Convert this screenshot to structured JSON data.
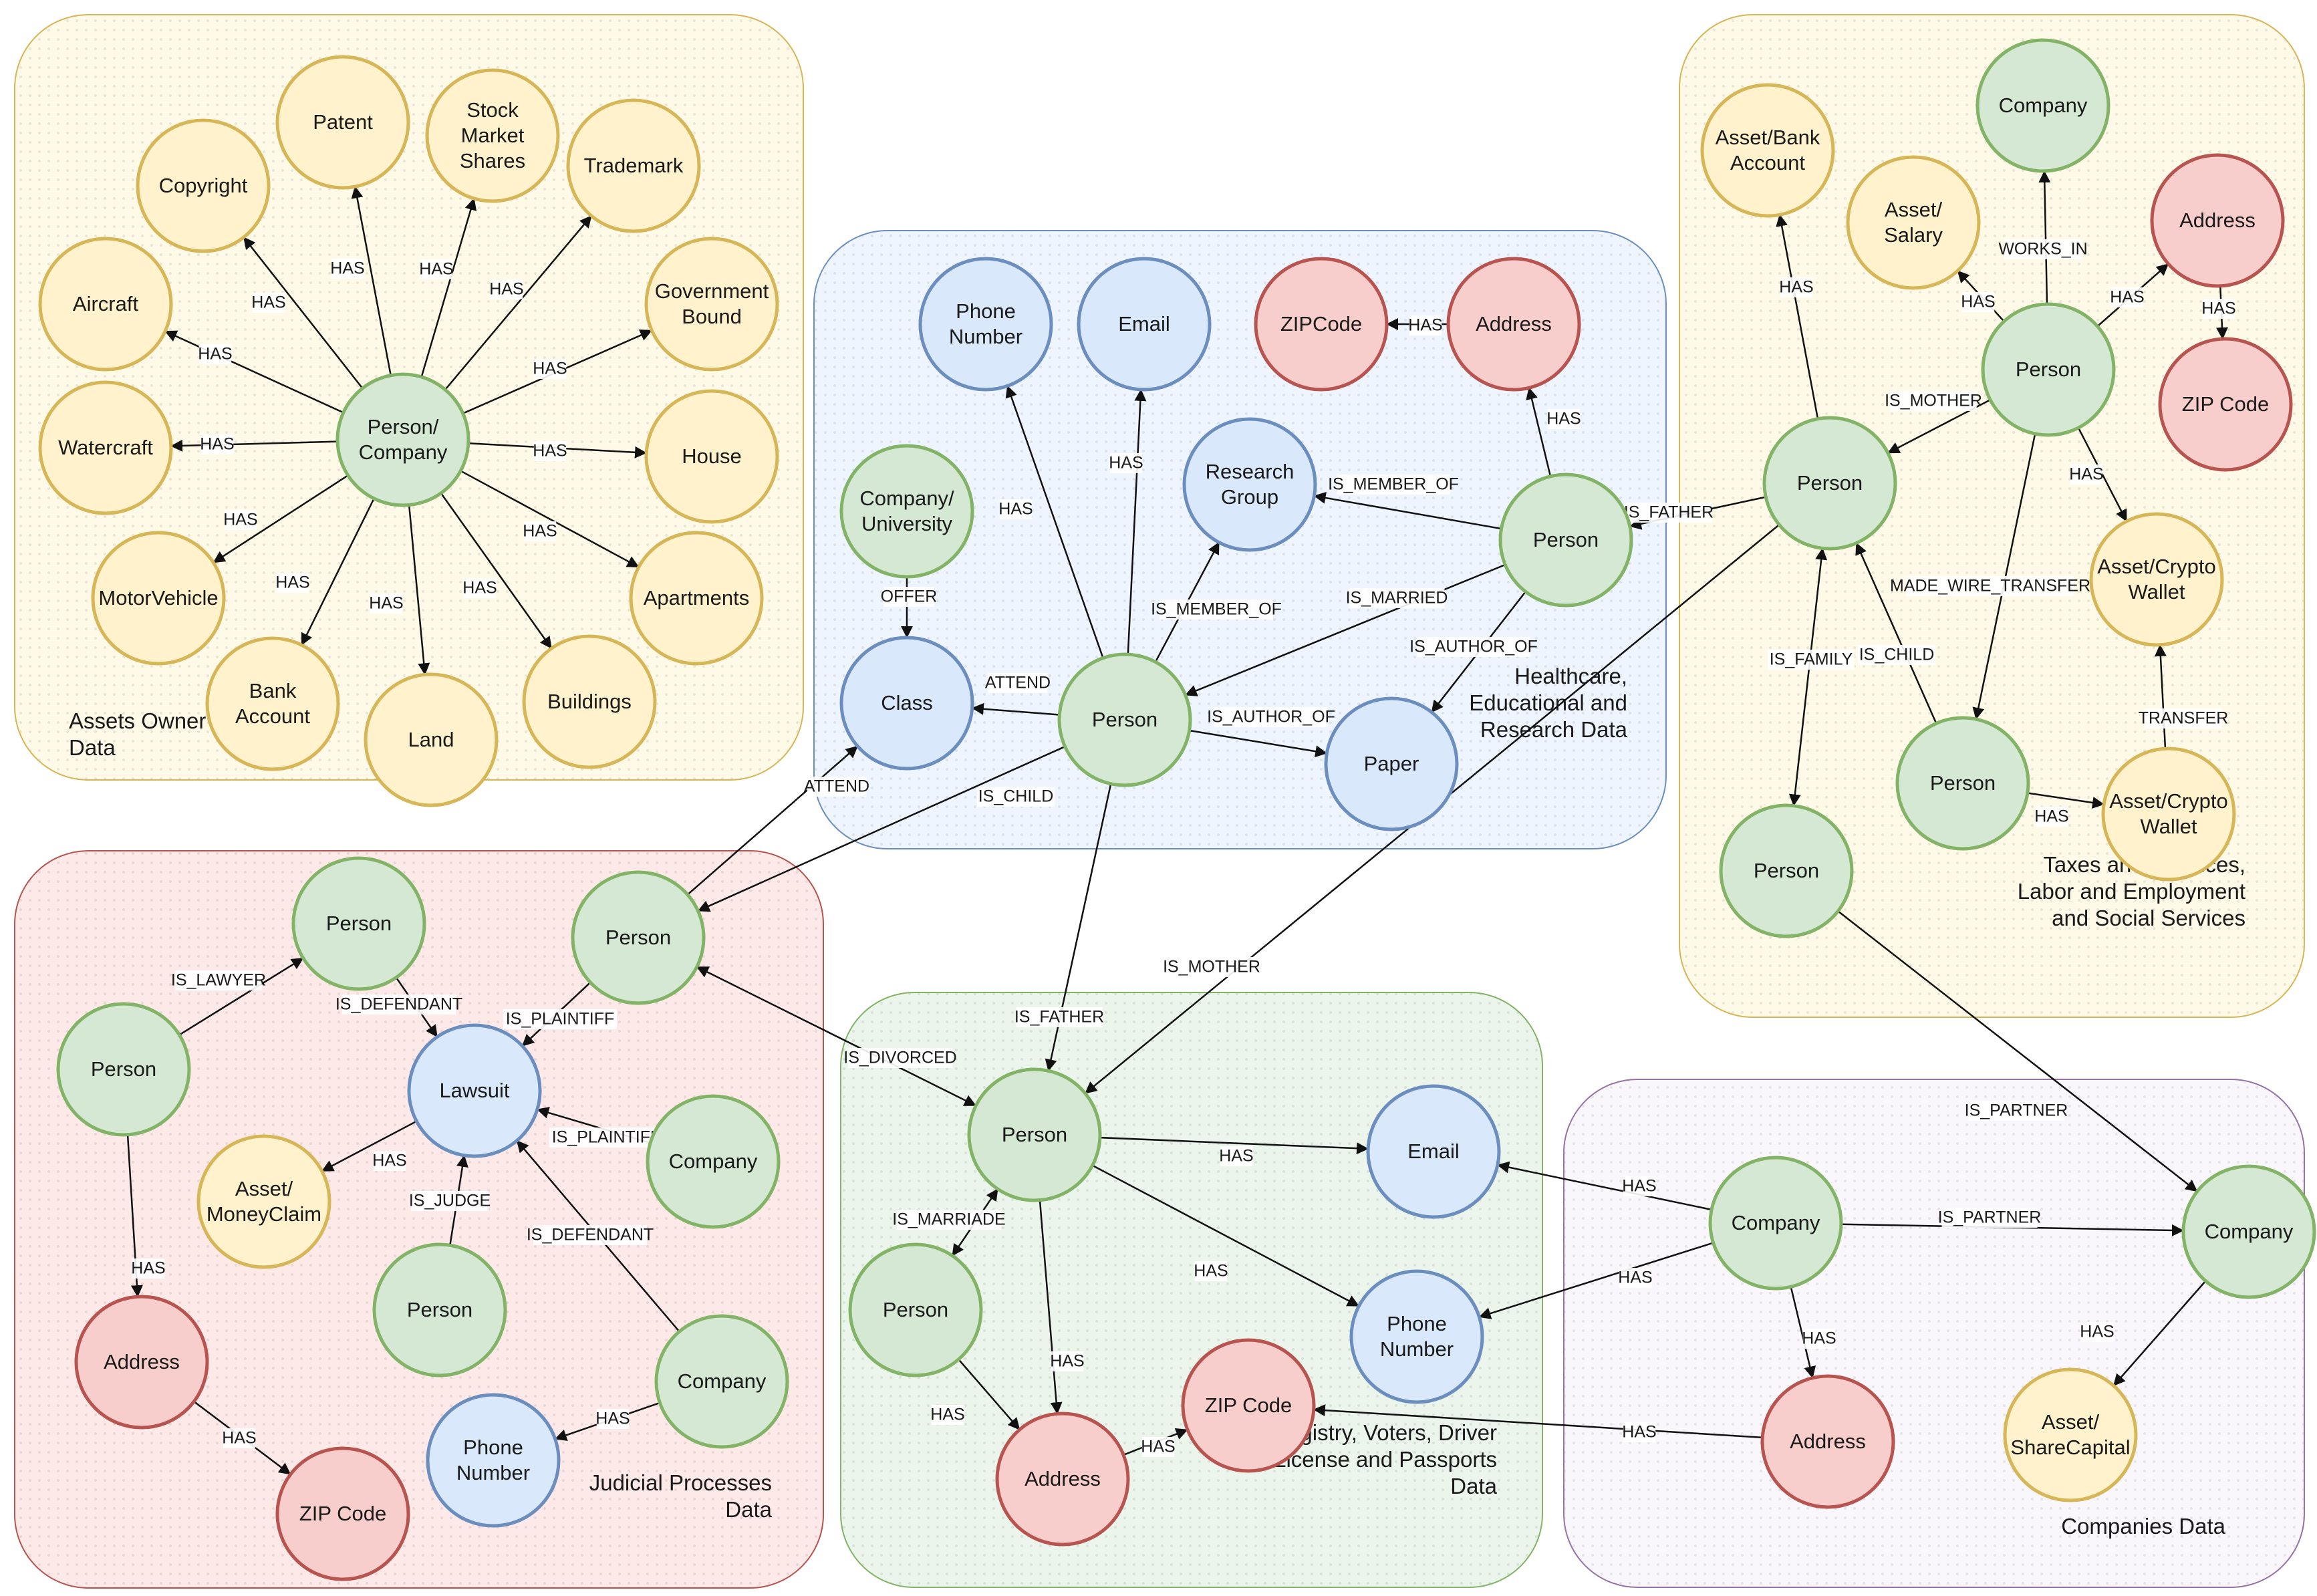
{
  "colors": {
    "yellow": {
      "fill": "#fff2cc",
      "stroke": "#d6b656"
    },
    "green": {
      "fill": "#d5e8d4",
      "stroke": "#82b366"
    },
    "blue": {
      "fill": "#dae8fc",
      "stroke": "#6c8ebf"
    },
    "red": {
      "fill": "#f8cecc",
      "stroke": "#b85450"
    },
    "purple_region": {
      "fill": "#f3eef8",
      "stroke": "#9673a6"
    },
    "edge": "#111111"
  },
  "groups": [
    {
      "id": "g-assets",
      "name": "Assets Owner\nData",
      "color": "yellow"
    },
    {
      "id": "g-health",
      "name": "Healthcare,\nEducational and\nResearch Data",
      "color": "blue"
    },
    {
      "id": "g-taxes",
      "name": "Taxes and Finances,\nLabor and Employment\nand Social Services",
      "color": "yellow"
    },
    {
      "id": "g-judicial",
      "name": "Judicial Processes\nData",
      "color": "red"
    },
    {
      "id": "g-civil",
      "name": "Civil Registry, Voters, Driver\nLicense and Passports\nData",
      "color": "green"
    },
    {
      "id": "g-companies",
      "name": "Companies Data",
      "color": "purple_region"
    }
  ],
  "nodes": [
    {
      "id": "a-center",
      "label": "Person/\nCompany",
      "color": "green"
    },
    {
      "id": "a-patent",
      "label": "Patent",
      "color": "yellow"
    },
    {
      "id": "a-stock",
      "label": "Stock\nMarket\nShares",
      "color": "yellow"
    },
    {
      "id": "a-trademark",
      "label": "Trademark",
      "color": "yellow"
    },
    {
      "id": "a-copyright",
      "label": "Copyright",
      "color": "yellow"
    },
    {
      "id": "a-gov",
      "label": "Government\nBound",
      "color": "yellow"
    },
    {
      "id": "a-aircraft",
      "label": "Aircraft",
      "color": "yellow"
    },
    {
      "id": "a-watercraft",
      "label": "Watercraft",
      "color": "yellow"
    },
    {
      "id": "a-house",
      "label": "House",
      "color": "yellow"
    },
    {
      "id": "a-motor",
      "label": "MotorVehicle",
      "color": "yellow"
    },
    {
      "id": "a-apartments",
      "label": "Apartments",
      "color": "yellow"
    },
    {
      "id": "a-bank",
      "label": "Bank\nAccount",
      "color": "yellow"
    },
    {
      "id": "a-land",
      "label": "Land",
      "color": "yellow"
    },
    {
      "id": "a-buildings",
      "label": "Buildings",
      "color": "yellow"
    },
    {
      "id": "h-phone",
      "label": "Phone\nNumber",
      "color": "blue"
    },
    {
      "id": "h-email",
      "label": "Email",
      "color": "blue"
    },
    {
      "id": "h-zip",
      "label": "ZIPCode",
      "color": "red"
    },
    {
      "id": "h-address",
      "label": "Address",
      "color": "red"
    },
    {
      "id": "h-company",
      "label": "Company/\nUniversity",
      "color": "green"
    },
    {
      "id": "h-research",
      "label": "Research\nGroup",
      "color": "blue"
    },
    {
      "id": "h-person2",
      "label": "Person",
      "color": "green"
    },
    {
      "id": "h-class",
      "label": "Class",
      "color": "blue"
    },
    {
      "id": "h-person",
      "label": "Person",
      "color": "green"
    },
    {
      "id": "h-paper",
      "label": "Paper",
      "color": "blue"
    },
    {
      "id": "t-bankacc",
      "label": "Asset/Bank\nAccount",
      "color": "yellow"
    },
    {
      "id": "t-company",
      "label": "Company",
      "color": "green"
    },
    {
      "id": "t-salary",
      "label": "Asset/\nSalary",
      "color": "yellow"
    },
    {
      "id": "t-address",
      "label": "Address",
      "color": "red"
    },
    {
      "id": "t-person-top",
      "label": "Person",
      "color": "green"
    },
    {
      "id": "t-zip",
      "label": "ZIP Code",
      "color": "red"
    },
    {
      "id": "t-person-mid",
      "label": "Person",
      "color": "green"
    },
    {
      "id": "t-crypto1",
      "label": "Asset/Crypto\nWallet",
      "color": "yellow"
    },
    {
      "id": "t-person-low",
      "label": "Person",
      "color": "green"
    },
    {
      "id": "t-crypto2",
      "label": "Asset/Crypto\nWallet",
      "color": "yellow"
    },
    {
      "id": "t-person-left",
      "label": "Person",
      "color": "green"
    },
    {
      "id": "j-person-top",
      "label": "Person",
      "color": "green"
    },
    {
      "id": "j-person-plaintiff",
      "label": "Person",
      "color": "green"
    },
    {
      "id": "j-person-left",
      "label": "Person",
      "color": "green"
    },
    {
      "id": "j-lawsuit",
      "label": "Lawsuit",
      "color": "blue"
    },
    {
      "id": "j-company1",
      "label": "Company",
      "color": "green"
    },
    {
      "id": "j-money",
      "label": "Asset/\nMoneyClaim",
      "color": "yellow"
    },
    {
      "id": "j-judge",
      "label": "Person",
      "color": "green"
    },
    {
      "id": "j-address",
      "label": "Address",
      "color": "red"
    },
    {
      "id": "j-company2",
      "label": "Company",
      "color": "green"
    },
    {
      "id": "j-phone",
      "label": "Phone\nNumber",
      "color": "blue"
    },
    {
      "id": "j-zip",
      "label": "ZIP Code",
      "color": "red"
    },
    {
      "id": "c-person",
      "label": "Person",
      "color": "green"
    },
    {
      "id": "c-email",
      "label": "Email",
      "color": "blue"
    },
    {
      "id": "c-person2",
      "label": "Person",
      "color": "green"
    },
    {
      "id": "c-phone",
      "label": "Phone\nNumber",
      "color": "blue"
    },
    {
      "id": "c-zip",
      "label": "ZIP Code",
      "color": "red"
    },
    {
      "id": "c-address",
      "label": "Address",
      "color": "red"
    },
    {
      "id": "p-company",
      "label": "Company",
      "color": "green"
    },
    {
      "id": "p-company2",
      "label": "Company",
      "color": "green"
    },
    {
      "id": "p-address",
      "label": "Address",
      "color": "red"
    },
    {
      "id": "p-share",
      "label": "Asset/\nShareCapital",
      "color": "yellow"
    }
  ],
  "edges": [
    {
      "from": "a-center",
      "to": "a-patent",
      "label": "HAS"
    },
    {
      "from": "a-center",
      "to": "a-stock",
      "label": "HAS"
    },
    {
      "from": "a-center",
      "to": "a-trademark",
      "label": "HAS"
    },
    {
      "from": "a-center",
      "to": "a-copyright",
      "label": "HAS"
    },
    {
      "from": "a-center",
      "to": "a-gov",
      "label": "HAS"
    },
    {
      "from": "a-center",
      "to": "a-aircraft",
      "label": "HAS"
    },
    {
      "from": "a-center",
      "to": "a-watercraft",
      "label": "HAS"
    },
    {
      "from": "a-center",
      "to": "a-house",
      "label": "HAS"
    },
    {
      "from": "a-center",
      "to": "a-motor",
      "label": "HAS"
    },
    {
      "from": "a-center",
      "to": "a-apartments",
      "label": "HAS"
    },
    {
      "from": "a-center",
      "to": "a-bank",
      "label": "HAS"
    },
    {
      "from": "a-center",
      "to": "a-land",
      "label": "HAS"
    },
    {
      "from": "a-center",
      "to": "a-buildings",
      "label": "HAS"
    },
    {
      "from": "h-address",
      "to": "h-zip",
      "label": "HAS"
    },
    {
      "from": "h-person2",
      "to": "h-address",
      "label": "HAS"
    },
    {
      "from": "h-person2",
      "to": "h-research",
      "label": "IS_MEMBER_OF"
    },
    {
      "from": "h-person2",
      "to": "h-person",
      "label": "IS_MARRIED"
    },
    {
      "from": "h-person2",
      "to": "h-paper",
      "label": "IS_AUTHOR_OF"
    },
    {
      "from": "h-person",
      "to": "h-phone",
      "label": "HAS"
    },
    {
      "from": "h-person",
      "to": "h-email",
      "label": "HAS"
    },
    {
      "from": "h-person",
      "to": "h-research",
      "label": "IS_MEMBER_OF"
    },
    {
      "from": "h-person",
      "to": "h-class",
      "label": "ATTEND"
    },
    {
      "from": "h-person",
      "to": "h-paper",
      "label": "IS_AUTHOR_OF"
    },
    {
      "from": "h-company",
      "to": "h-class",
      "label": "OFFER"
    },
    {
      "from": "t-person-mid",
      "to": "h-person2",
      "label": "IS_FATHER"
    },
    {
      "from": "t-person-mid",
      "to": "t-bankacc",
      "label": "HAS"
    },
    {
      "from": "t-person-top",
      "to": "t-company",
      "label": "WORKS_IN"
    },
    {
      "from": "t-person-top",
      "to": "t-salary",
      "label": "HAS"
    },
    {
      "from": "t-person-top",
      "to": "t-address",
      "label": "HAS"
    },
    {
      "from": "t-address",
      "to": "t-zip",
      "label": "HAS"
    },
    {
      "from": "t-person-top",
      "to": "t-person-mid",
      "label": "IS_MOTHER"
    },
    {
      "from": "t-person-top",
      "to": "t-crypto1",
      "label": "HAS"
    },
    {
      "from": "t-person-top",
      "to": "t-person-low",
      "label": "MADE_WIRE_TRANSFER"
    },
    {
      "from": "t-crypto2",
      "to": "t-crypto1",
      "label": "TRANSFER"
    },
    {
      "from": "t-person-low",
      "to": "t-crypto2",
      "label": "HAS"
    },
    {
      "from": "t-person-low",
      "to": "t-person-mid",
      "label": "IS_CHILD"
    },
    {
      "from": "t-person-mid",
      "to": "t-person-left",
      "label": "IS_FAMILY",
      "both": true
    },
    {
      "from": "t-person-left",
      "to": "p-company2",
      "label": "IS_PARTNER"
    },
    {
      "from": "t-person-mid",
      "to": "c-person",
      "label": "IS_MOTHER"
    },
    {
      "from": "h-person",
      "to": "j-person-plaintiff",
      "label": "IS_CHILD"
    },
    {
      "from": "j-person-plaintiff",
      "to": "h-class",
      "label": "ATTEND"
    },
    {
      "from": "h-person",
      "to": "c-person",
      "label": "IS_FATHER"
    },
    {
      "from": "j-person-plaintiff",
      "to": "c-person",
      "label": "IS_DIVORCED",
      "both": true
    },
    {
      "from": "j-person-left",
      "to": "j-person-top",
      "label": "IS_LAWYER"
    },
    {
      "from": "j-person-top",
      "to": "j-lawsuit",
      "label": "IS_DEFENDANT"
    },
    {
      "from": "j-person-plaintiff",
      "to": "j-lawsuit",
      "label": "IS_PLAINTIFF"
    },
    {
      "from": "j-company1",
      "to": "j-lawsuit",
      "label": "IS_PLAINTIFF"
    },
    {
      "from": "j-lawsuit",
      "to": "j-money",
      "label": "HAS"
    },
    {
      "from": "j-judge",
      "to": "j-lawsuit",
      "label": "IS_JUDGE"
    },
    {
      "from": "j-company2",
      "to": "j-lawsuit",
      "label": "IS_DEFENDANT"
    },
    {
      "from": "j-person-left",
      "to": "j-address",
      "label": "HAS"
    },
    {
      "from": "j-address",
      "to": "j-zip",
      "label": "HAS"
    },
    {
      "from": "j-company2",
      "to": "j-phone",
      "label": "HAS"
    },
    {
      "from": "c-person",
      "to": "c-email",
      "label": "HAS"
    },
    {
      "from": "c-person",
      "to": "c-phone",
      "label": "HAS"
    },
    {
      "from": "c-person",
      "to": "c-person2",
      "label": "IS_MARRIADE",
      "both": true
    },
    {
      "from": "c-person",
      "to": "c-address",
      "label": "HAS"
    },
    {
      "from": "c-person2",
      "to": "c-address",
      "label": "HAS"
    },
    {
      "from": "c-address",
      "to": "c-zip",
      "label": "HAS"
    },
    {
      "from": "p-company",
      "to": "c-email",
      "label": "HAS"
    },
    {
      "from": "p-company",
      "to": "c-phone",
      "label": "HAS"
    },
    {
      "from": "p-company",
      "to": "p-company2",
      "label": "IS_PARTNER"
    },
    {
      "from": "p-company",
      "to": "p-address",
      "label": "HAS"
    },
    {
      "from": "p-address",
      "to": "c-zip",
      "label": "HAS"
    },
    {
      "from": "p-company2",
      "to": "p-share",
      "label": "HAS"
    }
  ]
}
